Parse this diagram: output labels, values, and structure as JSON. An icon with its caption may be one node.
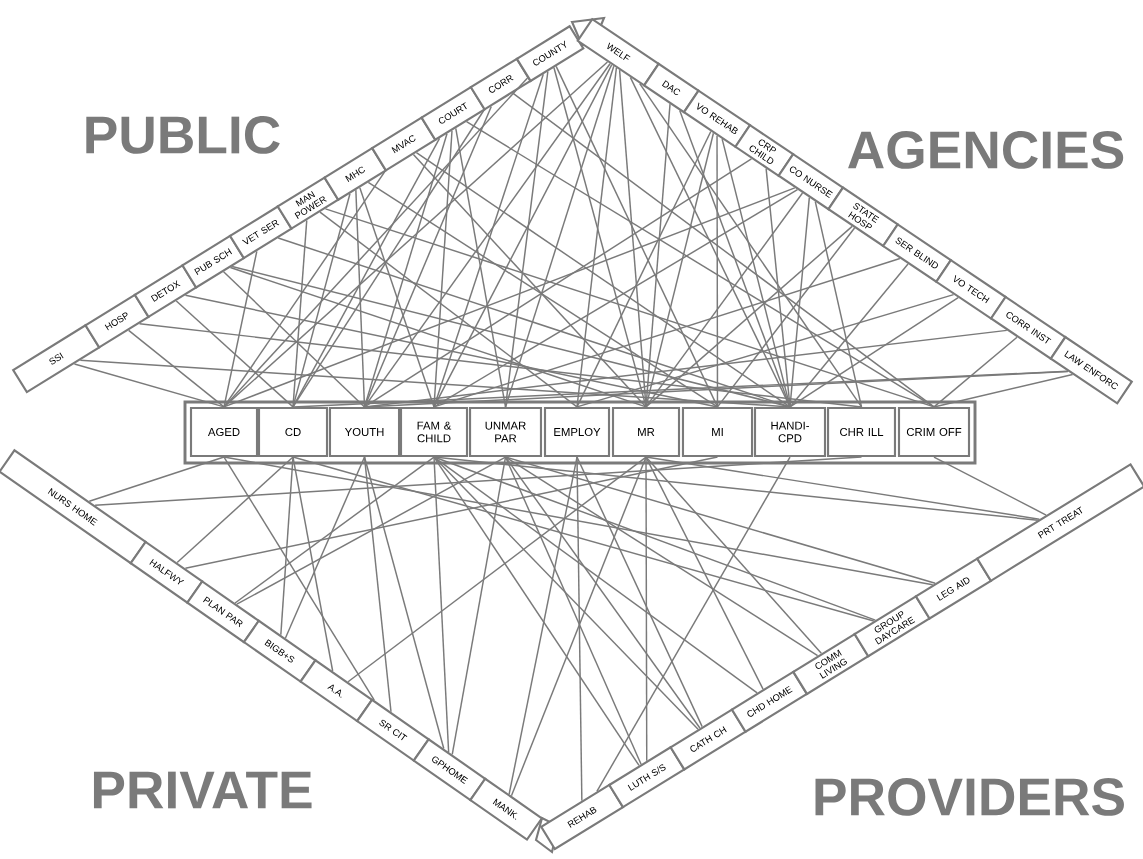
{
  "diagram": {
    "nodes": [
      {
        "text": [
          "SSI"
        ]
      },
      {
        "text": [
          "HOSP"
        ]
      },
      {
        "text": [
          "DETOX"
        ]
      },
      {
        "text": [
          "PUB SCH"
        ]
      },
      {
        "text": [
          "VET SER"
        ]
      },
      {
        "text": [
          "MAN POWER"
        ]
      },
      {
        "text": [
          "MHC"
        ]
      },
      {
        "text": [
          "MVAC"
        ]
      },
      {
        "text": [
          "COURT"
        ]
      },
      {
        "text": [
          "CORR"
        ]
      },
      {
        "text": [
          "COUNTY"
        ]
      },
      {
        "text": [
          "WELF"
        ]
      },
      {
        "text": [
          "DAC"
        ]
      },
      {
        "text": [
          "VO REHAB"
        ]
      },
      {
        "text": [
          "CRP CHILD"
        ]
      },
      {
        "text": [
          "CO NURSE"
        ]
      },
      {
        "text": [
          "STATE HOSP"
        ]
      },
      {
        "text": [
          "SER BLIND"
        ]
      },
      {
        "text": [
          "VO TECH"
        ]
      },
      {
        "text": [
          "CORR INST"
        ]
      },
      {
        "text": [
          "LAW ENFORC"
        ]
      },
      {
        "text": [
          "AGED"
        ]
      },
      {
        "text": [
          "CD"
        ]
      },
      {
        "text": [
          "YOUTH"
        ]
      },
      {
        "text": [
          "FAM & CHILD"
        ]
      },
      {
        "text": [
          "UNMAR PAR"
        ]
      },
      {
        "text": [
          "EMPLOY"
        ]
      },
      {
        "text": [
          "MR"
        ]
      },
      {
        "text": [
          "MI"
        ]
      },
      {
        "text": [
          "HANDI-CPD"
        ]
      },
      {
        "text": [
          "CHR ILL"
        ]
      },
      {
        "text": [
          "CRIM OFF"
        ]
      },
      {
        "text": [
          "NURS HOME"
        ]
      },
      {
        "text": [
          "HALFWY"
        ]
      },
      {
        "text": [
          "PLAN PAR"
        ]
      },
      {
        "text": [
          "BIGB+S"
        ]
      },
      {
        "text": [
          "A.A."
        ]
      },
      {
        "text": [
          "SR CIT"
        ]
      },
      {
        "text": [
          "GPHOME"
        ]
      },
      {
        "text": [
          "MANK."
        ]
      },
      {
        "text": [
          "REHAB"
        ]
      },
      {
        "text": [
          "LUTH S/S"
        ]
      },
      {
        "text": [
          "CATH CH"
        ]
      },
      {
        "text": [
          "CHD HOME"
        ]
      },
      {
        "text": [
          "COMM LIVING"
        ]
      },
      {
        "text": [
          "GROUP DAYCARE"
        ]
      },
      {
        "text": [
          "LEG AID"
        ]
      },
      {
        "text": [
          "PRT TREAT"
        ]
      }
    ],
    "edges": [
      {
        "from": 0,
        "to": 21,
        "arrow": "none"
      },
      {
        "from": 0,
        "to": 29,
        "arrow": "none"
      },
      {
        "from": 1,
        "to": 21,
        "arrow": "none"
      },
      {
        "from": 1,
        "to": 30,
        "arrow": "none"
      },
      {
        "from": 2,
        "to": 22,
        "arrow": "none"
      },
      {
        "from": 2,
        "to": 28,
        "arrow": "none"
      },
      {
        "from": 3,
        "to": 23,
        "arrow": "none"
      },
      {
        "from": 3,
        "to": 27,
        "arrow": "none"
      },
      {
        "from": 3,
        "to": 29,
        "arrow": "none"
      },
      {
        "from": 4,
        "to": 21,
        "arrow": "none"
      },
      {
        "from": 4,
        "to": 29,
        "arrow": "none"
      },
      {
        "from": 5,
        "to": 22,
        "arrow": "none"
      },
      {
        "from": 5,
        "to": 26,
        "arrow": "none"
      },
      {
        "from": 5,
        "to": 31,
        "arrow": "none"
      },
      {
        "from": 6,
        "to": 22,
        "arrow": "none"
      },
      {
        "from": 6,
        "to": 23,
        "arrow": "none"
      },
      {
        "from": 6,
        "to": 24,
        "arrow": "none"
      },
      {
        "from": 6,
        "to": 28,
        "arrow": "none"
      },
      {
        "from": 7,
        "to": 21,
        "arrow": "none"
      },
      {
        "from": 7,
        "to": 27,
        "arrow": "none"
      },
      {
        "from": 7,
        "to": 29,
        "arrow": "none"
      },
      {
        "from": 8,
        "to": 22,
        "arrow": "none"
      },
      {
        "from": 8,
        "to": 23,
        "arrow": "none"
      },
      {
        "from": 8,
        "to": 24,
        "arrow": "none"
      },
      {
        "from": 8,
        "to": 25,
        "arrow": "none"
      },
      {
        "from": 8,
        "to": 31,
        "arrow": "none"
      },
      {
        "from": 9,
        "to": 22,
        "arrow": "none"
      },
      {
        "from": 9,
        "to": 23,
        "arrow": "none"
      },
      {
        "from": 9,
        "to": 31,
        "arrow": "none"
      },
      {
        "from": 10,
        "to": 21,
        "arrow": "none"
      },
      {
        "from": 10,
        "to": 24,
        "arrow": "none"
      },
      {
        "from": 10,
        "to": 25,
        "arrow": "none"
      },
      {
        "from": 10,
        "to": 27,
        "arrow": "none"
      },
      {
        "from": 10,
        "to": 28,
        "arrow": "none"
      },
      {
        "from": 11,
        "to": 21,
        "arrow": "none"
      },
      {
        "from": 11,
        "to": 23,
        "arrow": "none"
      },
      {
        "from": 11,
        "to": 24,
        "arrow": "none"
      },
      {
        "from": 11,
        "to": 25,
        "arrow": "none"
      },
      {
        "from": 11,
        "to": 26,
        "arrow": "none"
      },
      {
        "from": 11,
        "to": 27,
        "arrow": "none"
      },
      {
        "from": 11,
        "to": 29,
        "arrow": "none"
      },
      {
        "from": 11,
        "to": 30,
        "arrow": "none"
      },
      {
        "from": 12,
        "to": 27,
        "arrow": "none"
      },
      {
        "from": 12,
        "to": 29,
        "arrow": "none"
      },
      {
        "from": 13,
        "to": 26,
        "arrow": "none"
      },
      {
        "from": 13,
        "to": 27,
        "arrow": "none"
      },
      {
        "from": 13,
        "to": 28,
        "arrow": "none"
      },
      {
        "from": 13,
        "to": 29,
        "arrow": "none"
      },
      {
        "from": 14,
        "to": 23,
        "arrow": "none"
      },
      {
        "from": 14,
        "to": 29,
        "arrow": "none"
      },
      {
        "from": 15,
        "to": 21,
        "arrow": "none"
      },
      {
        "from": 15,
        "to": 24,
        "arrow": "none"
      },
      {
        "from": 15,
        "to": 27,
        "arrow": "none"
      },
      {
        "from": 15,
        "to": 29,
        "arrow": "none"
      },
      {
        "from": 15,
        "to": 30,
        "arrow": "none"
      },
      {
        "from": 16,
        "to": 27,
        "arrow": "none"
      },
      {
        "from": 16,
        "to": 28,
        "arrow": "none"
      },
      {
        "from": 17,
        "to": 24,
        "arrow": "none"
      },
      {
        "from": 17,
        "to": 29,
        "arrow": "none"
      },
      {
        "from": 18,
        "to": 26,
        "arrow": "none"
      },
      {
        "from": 18,
        "to": 29,
        "arrow": "none"
      },
      {
        "from": 19,
        "to": 23,
        "arrow": "none"
      },
      {
        "from": 19,
        "to": 31,
        "arrow": "none"
      },
      {
        "from": 20,
        "to": 22,
        "arrow": "none"
      },
      {
        "from": 20,
        "to": 23,
        "arrow": "none"
      },
      {
        "from": 20,
        "to": 31,
        "arrow": "none"
      },
      {
        "from": 32,
        "to": 21,
        "arrow": "none"
      },
      {
        "from": 32,
        "to": 30,
        "arrow": "none"
      },
      {
        "from": 33,
        "to": 22,
        "arrow": "none"
      },
      {
        "from": 33,
        "to": 28,
        "arrow": "none"
      },
      {
        "from": 34,
        "to": 24,
        "arrow": "none"
      },
      {
        "from": 34,
        "to": 25,
        "arrow": "none"
      },
      {
        "from": 35,
        "to": 22,
        "arrow": "none"
      },
      {
        "from": 35,
        "to": 23,
        "arrow": "none"
      },
      {
        "from": 36,
        "to": 22,
        "arrow": "none"
      },
      {
        "from": 36,
        "to": 27,
        "arrow": "none"
      },
      {
        "from": 37,
        "to": 21,
        "arrow": "none"
      },
      {
        "from": 37,
        "to": 23,
        "arrow": "none"
      },
      {
        "from": 38,
        "to": 23,
        "arrow": "none"
      },
      {
        "from": 38,
        "to": 24,
        "arrow": "none"
      },
      {
        "from": 38,
        "to": 25,
        "arrow": "none"
      },
      {
        "from": 39,
        "to": 26,
        "arrow": "none"
      },
      {
        "from": 39,
        "to": 27,
        "arrow": "none"
      },
      {
        "from": 40,
        "to": 26,
        "arrow": "none"
      },
      {
        "from": 40,
        "to": 29,
        "arrow": "none"
      },
      {
        "from": 41,
        "to": 24,
        "arrow": "none"
      },
      {
        "from": 41,
        "to": 25,
        "arrow": "none"
      },
      {
        "from": 41,
        "to": 27,
        "arrow": "none"
      },
      {
        "from": 42,
        "to": 24,
        "arrow": "none"
      },
      {
        "from": 42,
        "to": 25,
        "arrow": "none"
      },
      {
        "from": 42,
        "to": 26,
        "arrow": "none"
      },
      {
        "from": 43,
        "to": 24,
        "arrow": "none"
      },
      {
        "from": 43,
        "to": 27,
        "arrow": "none"
      },
      {
        "from": 44,
        "to": 25,
        "arrow": "none"
      },
      {
        "from": 44,
        "to": 27,
        "arrow": "none"
      },
      {
        "from": 45,
        "to": 22,
        "arrow": "none"
      },
      {
        "from": 45,
        "to": 24,
        "arrow": "none"
      },
      {
        "from": 46,
        "to": 21,
        "arrow": "none"
      },
      {
        "from": 46,
        "to": 25,
        "arrow": "none"
      },
      {
        "from": 47,
        "to": 24,
        "arrow": "none"
      },
      {
        "from": 47,
        "to": 27,
        "arrow": "none"
      },
      {
        "from": 47,
        "to": 31,
        "arrow": "none"
      }
    ],
    "labels": [
      "PUBLIC",
      "AGENCIES",
      "PRIVATE",
      "PROVIDERS"
    ]
  }
}
